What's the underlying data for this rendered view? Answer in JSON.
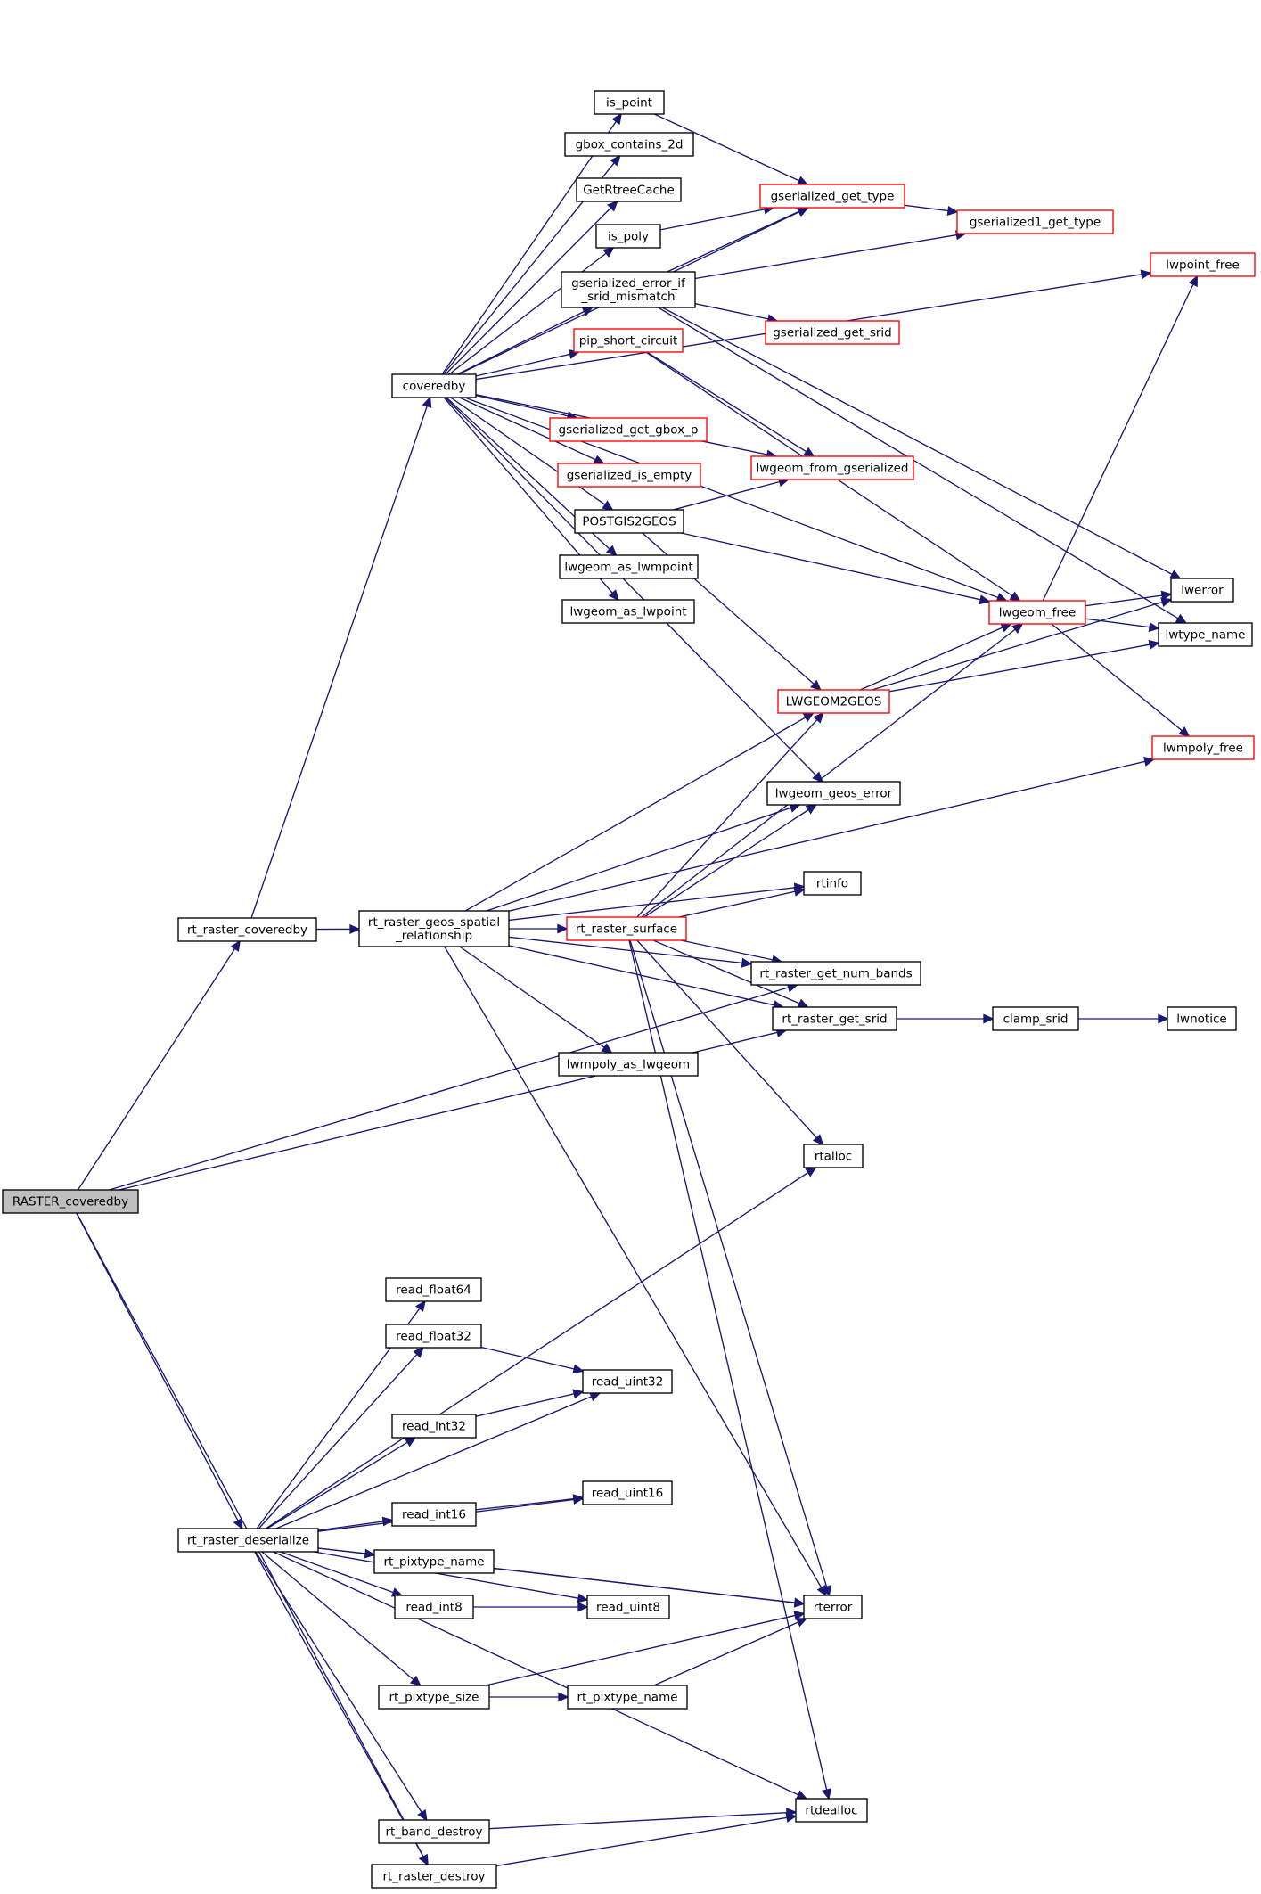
{
  "diagram": {
    "type": "call-graph",
    "colors": {
      "edge": "#191970",
      "box_default": "#000000",
      "box_incomplete": "#ff0000",
      "current_fill": "#bfbfbf"
    },
    "nodes": [
      {
        "id": "RASTER_coveredby",
        "lines": [
          "RASTER_coveredby"
        ],
        "style": "current"
      },
      {
        "id": "rt_raster_coveredby",
        "lines": [
          "rt_raster_coveredby"
        ],
        "style": "normal"
      },
      {
        "id": "coveredby",
        "lines": [
          "coveredby"
        ],
        "style": "normal"
      },
      {
        "id": "is_point",
        "lines": [
          "is_point"
        ],
        "style": "normal"
      },
      {
        "id": "gbox_contains_2d",
        "lines": [
          "gbox_contains_2d"
        ],
        "style": "normal"
      },
      {
        "id": "GetRtreeCache",
        "lines": [
          "GetRtreeCache"
        ],
        "style": "normal"
      },
      {
        "id": "is_poly",
        "lines": [
          "is_poly"
        ],
        "style": "normal"
      },
      {
        "id": "gserialized_error_if_srid_mismatch",
        "lines": [
          "gserialized_error_if",
          "_srid_mismatch"
        ],
        "style": "normal"
      },
      {
        "id": "pip_short_circuit",
        "lines": [
          "pip_short_circuit"
        ],
        "style": "red"
      },
      {
        "id": "gserialized_get_gbox_p",
        "lines": [
          "gserialized_get_gbox_p"
        ],
        "style": "red"
      },
      {
        "id": "gserialized_is_empty",
        "lines": [
          "gserialized_is_empty"
        ],
        "style": "red"
      },
      {
        "id": "POSTGIS2GEOS",
        "lines": [
          "POSTGIS2GEOS"
        ],
        "style": "normal"
      },
      {
        "id": "lwgeom_as_lwmpoint",
        "lines": [
          "lwgeom_as_lwmpoint"
        ],
        "style": "normal"
      },
      {
        "id": "lwgeom_as_lwpoint",
        "lines": [
          "lwgeom_as_lwpoint"
        ],
        "style": "normal"
      },
      {
        "id": "gserialized_get_type",
        "lines": [
          "gserialized_get_type"
        ],
        "style": "red"
      },
      {
        "id": "gserialized1_get_type",
        "lines": [
          "gserialized1_get_type"
        ],
        "style": "red"
      },
      {
        "id": "gserialized_get_srid",
        "lines": [
          "gserialized_get_srid"
        ],
        "style": "red"
      },
      {
        "id": "lwgeom_from_gserialized",
        "lines": [
          "lwgeom_from_gserialized"
        ],
        "style": "red"
      },
      {
        "id": "lwpoint_free",
        "lines": [
          "lwpoint_free"
        ],
        "style": "red"
      },
      {
        "id": "lwgeom_free",
        "lines": [
          "lwgeom_free"
        ],
        "style": "red"
      },
      {
        "id": "lwerror",
        "lines": [
          "lwerror"
        ],
        "style": "normal"
      },
      {
        "id": "lwtype_name",
        "lines": [
          "lwtype_name"
        ],
        "style": "normal"
      },
      {
        "id": "LWGEOM2GEOS",
        "lines": [
          "LWGEOM2GEOS"
        ],
        "style": "red"
      },
      {
        "id": "lwmpoly_free",
        "lines": [
          "lwmpoly_free"
        ],
        "style": "red"
      },
      {
        "id": "lwgeom_geos_error",
        "lines": [
          "lwgeom_geos_error"
        ],
        "style": "normal"
      },
      {
        "id": "rt_raster_geos_spatial_relationship",
        "lines": [
          "rt_raster_geos_spatial",
          "_relationship"
        ],
        "style": "normal"
      },
      {
        "id": "rtinfo",
        "lines": [
          "rtinfo"
        ],
        "style": "normal"
      },
      {
        "id": "rt_raster_surface",
        "lines": [
          "rt_raster_surface"
        ],
        "style": "red"
      },
      {
        "id": "rt_raster_get_num_bands",
        "lines": [
          "rt_raster_get_num_bands"
        ],
        "style": "normal"
      },
      {
        "id": "rt_raster_get_srid",
        "lines": [
          "rt_raster_get_srid"
        ],
        "style": "normal"
      },
      {
        "id": "clamp_srid",
        "lines": [
          "clamp_srid"
        ],
        "style": "normal"
      },
      {
        "id": "lwnotice",
        "lines": [
          "lwnotice"
        ],
        "style": "normal"
      },
      {
        "id": "lwmpoly_as_lwgeom",
        "lines": [
          "lwmpoly_as_lwgeom"
        ],
        "style": "normal"
      },
      {
        "id": "rtalloc",
        "lines": [
          "rtalloc"
        ],
        "style": "normal"
      },
      {
        "id": "read_float64",
        "lines": [
          "read_float64"
        ],
        "style": "normal"
      },
      {
        "id": "read_float32",
        "lines": [
          "read_float32"
        ],
        "style": "normal"
      },
      {
        "id": "read_uint32",
        "lines": [
          "read_uint32"
        ],
        "style": "normal"
      },
      {
        "id": "read_int32",
        "lines": [
          "read_int32"
        ],
        "style": "normal"
      },
      {
        "id": "read_uint16",
        "lines": [
          "read_uint16"
        ],
        "style": "normal"
      },
      {
        "id": "read_int16",
        "lines": [
          "read_int16"
        ],
        "style": "normal"
      },
      {
        "id": "rt_raster_deserialize",
        "lines": [
          "rt_raster_deserialize"
        ],
        "style": "normal"
      },
      {
        "id": "rt_pixtype_name_a",
        "lines": [
          "rt_pixtype_name"
        ],
        "style": "normal"
      },
      {
        "id": "read_int8",
        "lines": [
          "read_int8"
        ],
        "style": "normal"
      },
      {
        "id": "read_uint8",
        "lines": [
          "read_uint8"
        ],
        "style": "normal"
      },
      {
        "id": "rterror",
        "lines": [
          "rterror"
        ],
        "style": "normal"
      },
      {
        "id": "rt_pixtype_size",
        "lines": [
          "rt_pixtype_size"
        ],
        "style": "normal"
      },
      {
        "id": "rt_pixtype_name_b",
        "lines": [
          "rt_pixtype_name"
        ],
        "style": "normal"
      },
      {
        "id": "rtdealloc",
        "lines": [
          "rtdealloc"
        ],
        "style": "normal"
      },
      {
        "id": "rt_band_destroy",
        "lines": [
          "rt_band_destroy"
        ],
        "style": "normal"
      },
      {
        "id": "rt_raster_destroy",
        "lines": [
          "rt_raster_destroy"
        ],
        "style": "normal"
      }
    ],
    "edges": [
      [
        "RASTER_coveredby",
        "rt_raster_coveredby"
      ],
      [
        "RASTER_coveredby",
        "rt_raster_get_num_bands"
      ],
      [
        "RASTER_coveredby",
        "rt_raster_get_srid"
      ],
      [
        "RASTER_coveredby",
        "rt_raster_deserialize"
      ],
      [
        "RASTER_coveredby",
        "rt_raster_destroy"
      ],
      [
        "rt_raster_coveredby",
        "coveredby"
      ],
      [
        "rt_raster_coveredby",
        "rt_raster_geos_spatial_relationship"
      ],
      [
        "coveredby",
        "is_point"
      ],
      [
        "coveredby",
        "gbox_contains_2d"
      ],
      [
        "coveredby",
        "GetRtreeCache"
      ],
      [
        "coveredby",
        "is_poly"
      ],
      [
        "coveredby",
        "gserialized_error_if_srid_mismatch"
      ],
      [
        "coveredby",
        "pip_short_circuit"
      ],
      [
        "coveredby",
        "gserialized_get_gbox_p"
      ],
      [
        "coveredby",
        "gserialized_is_empty"
      ],
      [
        "coveredby",
        "POSTGIS2GEOS"
      ],
      [
        "coveredby",
        "lwgeom_as_lwmpoint"
      ],
      [
        "coveredby",
        "lwgeom_as_lwpoint"
      ],
      [
        "coveredby",
        "gserialized_get_type"
      ],
      [
        "coveredby",
        "lwpoint_free"
      ],
      [
        "coveredby",
        "lwgeom_from_gserialized"
      ],
      [
        "coveredby",
        "lwgeom_free"
      ],
      [
        "coveredby",
        "lwgeom_geos_error"
      ],
      [
        "is_point",
        "gserialized_get_type"
      ],
      [
        "is_poly",
        "gserialized_get_type"
      ],
      [
        "gserialized_get_type",
        "gserialized1_get_type"
      ],
      [
        "gserialized_error_if_srid_mismatch",
        "gserialized_get_type"
      ],
      [
        "gserialized_error_if_srid_mismatch",
        "gserialized1_get_type"
      ],
      [
        "gserialized_error_if_srid_mismatch",
        "gserialized_get_srid"
      ],
      [
        "gserialized_error_if_srid_mismatch",
        "lwerror"
      ],
      [
        "gserialized_error_if_srid_mismatch",
        "lwtype_name"
      ],
      [
        "pip_short_circuit",
        "lwgeom_from_gserialized"
      ],
      [
        "pip_short_circuit",
        "lwgeom_free"
      ],
      [
        "POSTGIS2GEOS",
        "lwgeom_from_gserialized"
      ],
      [
        "POSTGIS2GEOS",
        "lwgeom_free"
      ],
      [
        "POSTGIS2GEOS",
        "LWGEOM2GEOS"
      ],
      [
        "lwgeom_free",
        "lwpoint_free"
      ],
      [
        "lwgeom_free",
        "lwerror"
      ],
      [
        "lwgeom_free",
        "lwtype_name"
      ],
      [
        "lwgeom_free",
        "lwmpoly_free"
      ],
      [
        "LWGEOM2GEOS",
        "lwgeom_free"
      ],
      [
        "LWGEOM2GEOS",
        "lwerror"
      ],
      [
        "LWGEOM2GEOS",
        "lwtype_name"
      ],
      [
        "rt_raster_geos_spatial_relationship",
        "LWGEOM2GEOS"
      ],
      [
        "rt_raster_geos_spatial_relationship",
        "lwgeom_geos_error"
      ],
      [
        "rt_raster_geos_spatial_relationship",
        "lwmpoly_free"
      ],
      [
        "rt_raster_geos_spatial_relationship",
        "rtinfo"
      ],
      [
        "rt_raster_geos_spatial_relationship",
        "rt_raster_surface"
      ],
      [
        "rt_raster_geos_spatial_relationship",
        "rt_raster_get_num_bands"
      ],
      [
        "rt_raster_geos_spatial_relationship",
        "rt_raster_get_srid"
      ],
      [
        "rt_raster_geos_spatial_relationship",
        "lwmpoly_as_lwgeom"
      ],
      [
        "rt_raster_geos_spatial_relationship",
        "rterror"
      ],
      [
        "rt_raster_surface",
        "LWGEOM2GEOS"
      ],
      [
        "rt_raster_surface",
        "lwgeom_geos_error"
      ],
      [
        "rt_raster_surface",
        "rtinfo"
      ],
      [
        "rt_raster_surface",
        "lwgeom_free"
      ],
      [
        "rt_raster_surface",
        "rt_raster_get_num_bands"
      ],
      [
        "rt_raster_surface",
        "rt_raster_get_srid"
      ],
      [
        "rt_raster_surface",
        "rtalloc"
      ],
      [
        "rt_raster_surface",
        "rterror"
      ],
      [
        "rt_raster_surface",
        "rtdealloc"
      ],
      [
        "rt_raster_get_srid",
        "clamp_srid"
      ],
      [
        "clamp_srid",
        "lwnotice"
      ],
      [
        "rt_raster_deserialize",
        "rtalloc"
      ],
      [
        "rt_raster_deserialize",
        "read_float64"
      ],
      [
        "rt_raster_deserialize",
        "read_float32"
      ],
      [
        "rt_raster_deserialize",
        "read_uint32"
      ],
      [
        "rt_raster_deserialize",
        "read_int32"
      ],
      [
        "rt_raster_deserialize",
        "read_uint16"
      ],
      [
        "rt_raster_deserialize",
        "read_int16"
      ],
      [
        "rt_raster_deserialize",
        "rt_pixtype_name_a"
      ],
      [
        "rt_raster_deserialize",
        "read_int8"
      ],
      [
        "rt_raster_deserialize",
        "read_uint8"
      ],
      [
        "rt_raster_deserialize",
        "rt_pixtype_size"
      ],
      [
        "rt_raster_deserialize",
        "rterror"
      ],
      [
        "rt_raster_deserialize",
        "rtdealloc"
      ],
      [
        "rt_raster_deserialize",
        "rt_band_destroy"
      ],
      [
        "rt_raster_deserialize",
        "rt_raster_destroy"
      ],
      [
        "read_float32",
        "read_uint32"
      ],
      [
        "read_int32",
        "read_uint32"
      ],
      [
        "read_int16",
        "read_uint16"
      ],
      [
        "read_int8",
        "read_uint8"
      ],
      [
        "rt_pixtype_name_a",
        "rterror"
      ],
      [
        "rt_pixtype_size",
        "rt_pixtype_name_b"
      ],
      [
        "rt_pixtype_size",
        "rterror"
      ],
      [
        "rt_pixtype_name_b",
        "rterror"
      ],
      [
        "rt_band_destroy",
        "rtdealloc"
      ],
      [
        "rt_raster_destroy",
        "rtdealloc"
      ]
    ]
  }
}
